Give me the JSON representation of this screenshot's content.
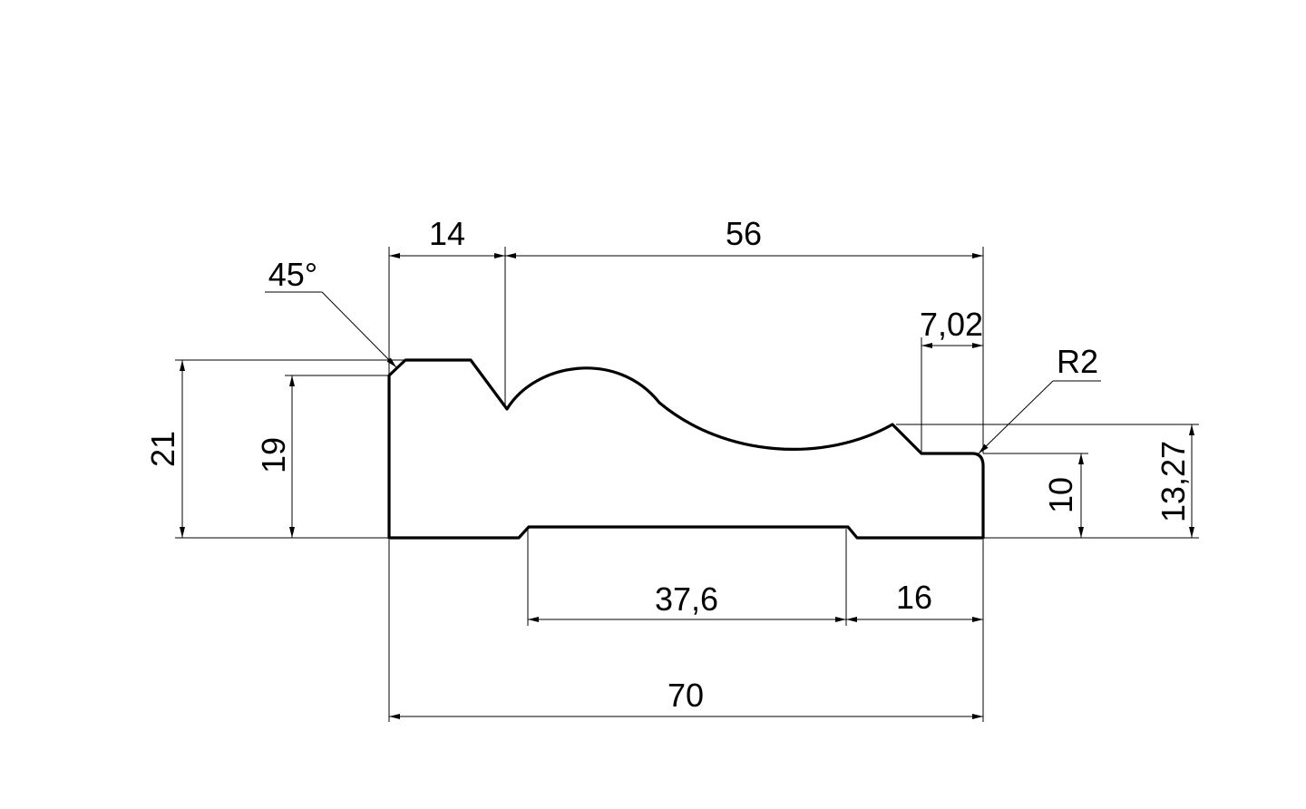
{
  "drawing": {
    "colors": {
      "line": "#000000",
      "background": "#ffffff"
    },
    "dimensions": {
      "top_left_width": "14",
      "top_right_width": "56",
      "chamfer_angle": "45°",
      "step_width": "7,02",
      "corner_radius": "R2",
      "total_height": "21",
      "inner_height": "19",
      "right_step_height": "10",
      "right_peak_height": "13,27",
      "groove_width": "37,6",
      "right_foot_width": "16",
      "total_width": "70"
    }
  }
}
